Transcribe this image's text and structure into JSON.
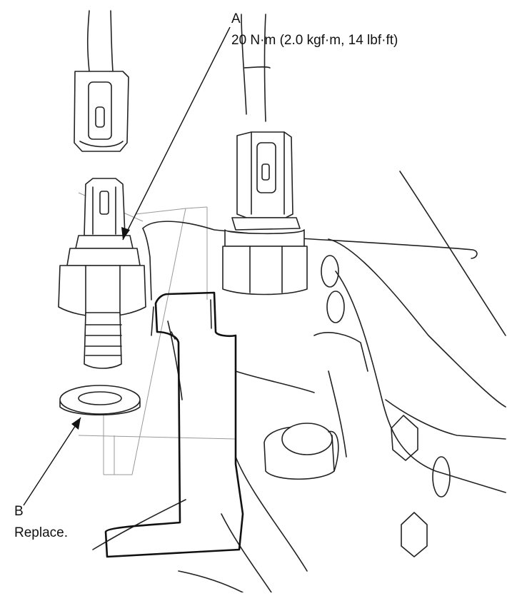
{
  "callouts": {
    "a": {
      "letter": "A",
      "text": "20 N·m (2.0 kgf·m, 14 lbf·ft)"
    },
    "b": {
      "letter": "B",
      "text": "Replace."
    }
  }
}
